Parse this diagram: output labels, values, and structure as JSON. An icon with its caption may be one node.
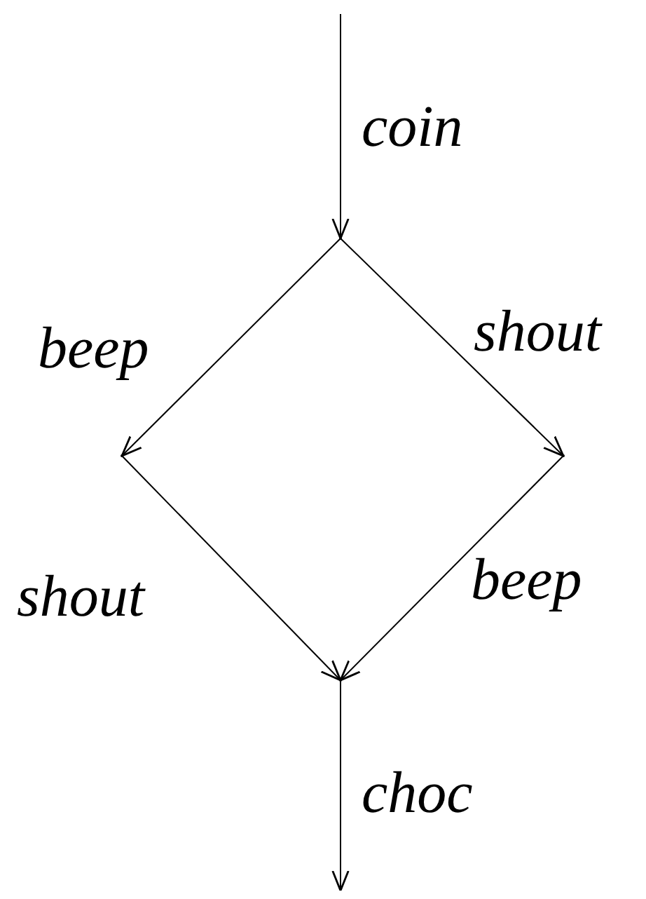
{
  "diagram": {
    "nodes": [
      {
        "text": [],
        "shape": "point"
      },
      {
        "text": [],
        "shape": "point"
      },
      {
        "text": [],
        "shape": "point"
      },
      {
        "text": [],
        "shape": "point"
      }
    ],
    "edges": [
      {
        "from": null,
        "to": 0,
        "arrow": "to",
        "label": "coin"
      },
      {
        "from": 0,
        "to": 1,
        "arrow": "to",
        "label": "beep"
      },
      {
        "from": 0,
        "to": 2,
        "arrow": "to",
        "label": "shout"
      },
      {
        "from": 1,
        "to": 3,
        "arrow": "to",
        "label": "shout"
      },
      {
        "from": 2,
        "to": 3,
        "arrow": "to",
        "label": "beep"
      },
      {
        "from": 3,
        "to": null,
        "arrow": "to",
        "label": "choc"
      }
    ]
  }
}
